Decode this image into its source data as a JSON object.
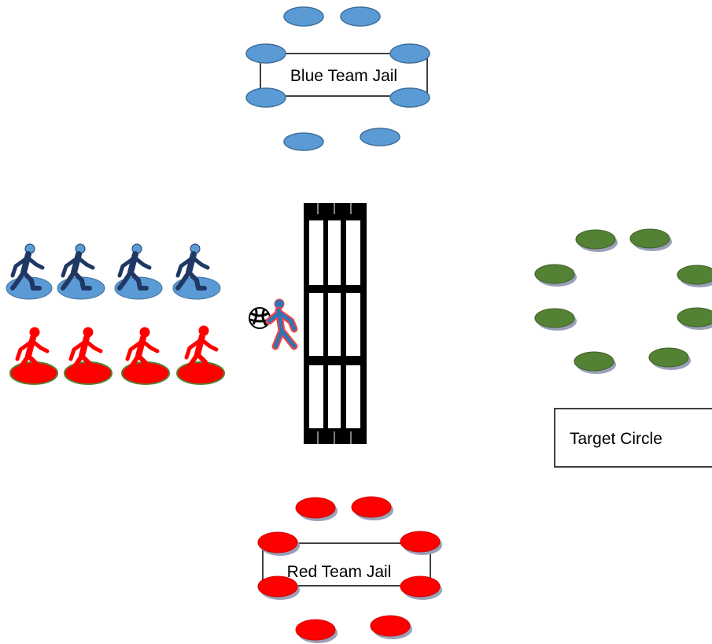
{
  "labels": {
    "blue_jail": "Blue Team Jail",
    "red_jail": "Red Team Jail",
    "target": "Target Circle"
  },
  "colors": {
    "blue_cone": "#5b9bd5",
    "blue_cone_stroke": "#41719c",
    "red_cone": "#ff0000",
    "red_cone_stroke": "#c00000",
    "green_cone": "#548235",
    "green_cone_stroke": "#3d5f26",
    "green_shadow": "#9aa0b8",
    "blue_player": "#5b9bd5",
    "red_player": "#ff0000",
    "ball": "#000000",
    "bench": "#000000"
  },
  "icons": {
    "blue_player": "walking-person-icon",
    "red_player": "walking-person-icon",
    "thrower": "throwing-person-icon",
    "ball": "volleyball-icon"
  },
  "counts": {
    "blue_jail_cones": 8,
    "red_jail_cones": 8,
    "target_cones": 8,
    "blue_players": 4,
    "red_players": 4
  }
}
